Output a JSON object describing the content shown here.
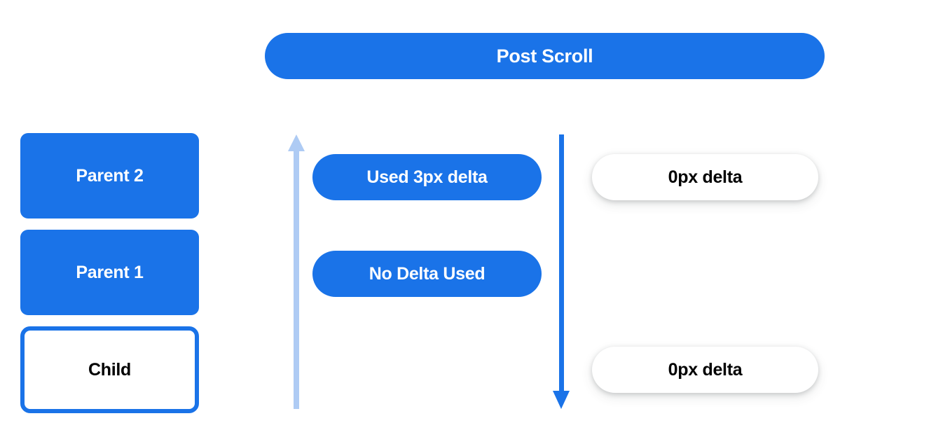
{
  "header": {
    "title": "Post Scroll"
  },
  "colors": {
    "accent_blue": "#1a73e8",
    "arrow_light_blue": "#aecbf4",
    "arrow_solid_blue": "#1a73e8",
    "background": "#ffffff",
    "text_dark": "#000000",
    "text_light": "#ffffff"
  },
  "left_column": {
    "boxes": [
      {
        "label": "Parent 2",
        "style": "filled"
      },
      {
        "label": "Parent 1",
        "style": "filled"
      },
      {
        "label": "Child",
        "style": "outlined"
      }
    ]
  },
  "arrows": [
    {
      "name": "scroll-up-arrow",
      "direction": "up",
      "color": "#aecbf4"
    },
    {
      "name": "scroll-down-arrow",
      "direction": "down",
      "color": "#1a73e8"
    }
  ],
  "middle_column": {
    "pills": [
      {
        "label": "Used 3px delta"
      },
      {
        "label": "No Delta Used"
      }
    ]
  },
  "right_column": {
    "pills": [
      {
        "label": "0px delta"
      },
      {
        "label": "0px delta"
      }
    ]
  }
}
